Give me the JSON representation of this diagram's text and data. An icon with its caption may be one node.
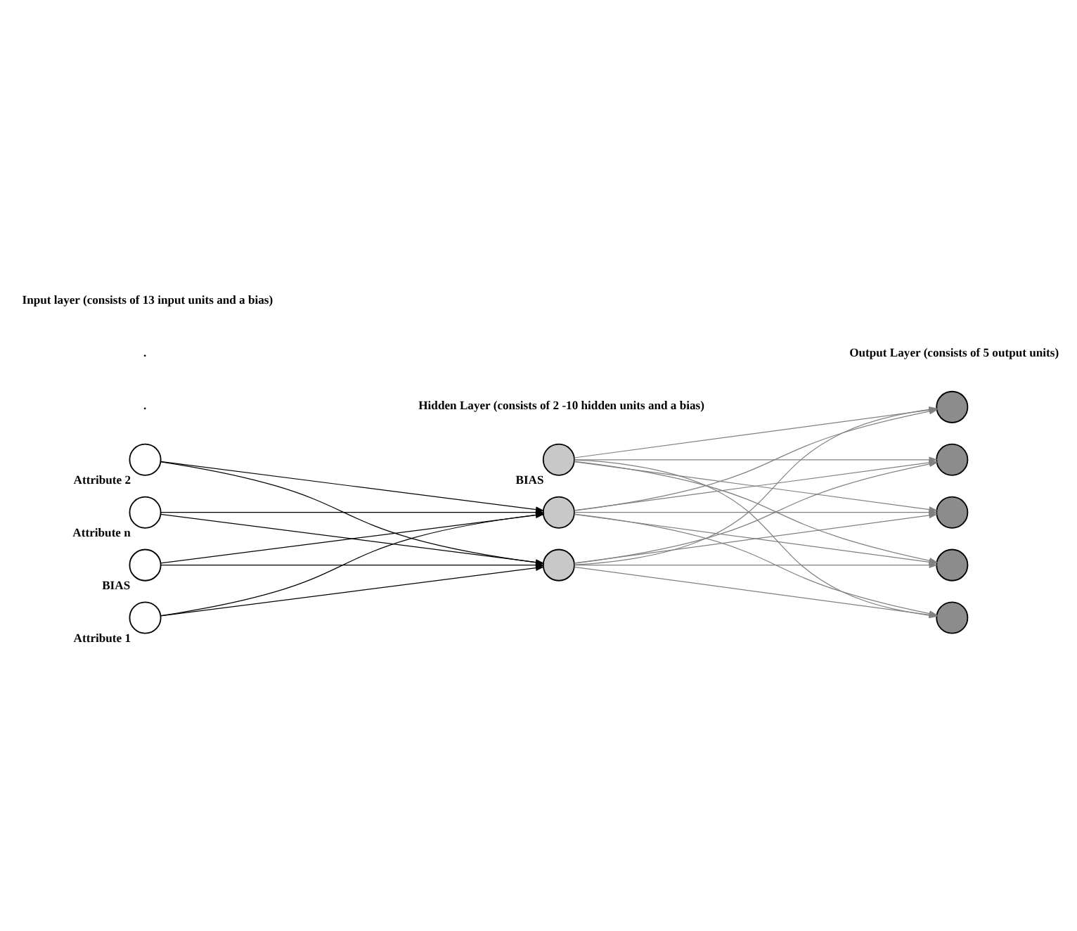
{
  "diagram": {
    "nodes": [
      {
        "text": [],
        "shape": "circle",
        "beside": [
          "BIAS"
        ]
      },
      {
        "text": [],
        "shape": "circle",
        "beside": [
          "Attribute 1"
        ]
      },
      {
        "text": [],
        "shape": "circle",
        "beside": [
          "Attribute 2"
        ]
      },
      {
        "text": [],
        "shape": "circle",
        "beside": [
          "Attribute n"
        ]
      },
      {
        "text": [],
        "shape": "circle",
        "beside": [
          "BIAS"
        ]
      },
      {
        "text": [],
        "shape": "circle"
      },
      {
        "text": [],
        "shape": "circle"
      },
      {
        "text": [],
        "shape": "circle"
      },
      {
        "text": [],
        "shape": "circle"
      },
      {
        "text": [],
        "shape": "circle"
      },
      {
        "text": [],
        "shape": "circle"
      },
      {
        "text": [],
        "shape": "circle"
      }
    ],
    "edges": [
      {
        "from": 0,
        "to": 5,
        "arrow": "to",
        "color": "#000000"
      },
      {
        "from": 0,
        "to": 6,
        "arrow": "to",
        "color": "#000000"
      },
      {
        "from": 1,
        "to": 5,
        "arrow": "to",
        "color": "#000000"
      },
      {
        "from": 1,
        "to": 6,
        "arrow": "to",
        "color": "#000000"
      },
      {
        "from": 2,
        "to": 5,
        "arrow": "to",
        "color": "#000000"
      },
      {
        "from": 2,
        "to": 6,
        "arrow": "to",
        "color": "#000000"
      },
      {
        "from": 3,
        "to": 5,
        "arrow": "to",
        "color": "#000000"
      },
      {
        "from": 3,
        "to": 6,
        "arrow": "to",
        "color": "#000000"
      },
      {
        "from": 4,
        "to": 7,
        "arrow": "to"
      },
      {
        "from": 4,
        "to": 8,
        "arrow": "to"
      },
      {
        "from": 4,
        "to": 9,
        "arrow": "to"
      },
      {
        "from": 4,
        "to": 10,
        "arrow": "to"
      },
      {
        "from": 4,
        "to": 11,
        "arrow": "to"
      },
      {
        "from": 5,
        "to": 7,
        "arrow": "to"
      },
      {
        "from": 5,
        "to": 8,
        "arrow": "to"
      },
      {
        "from": 5,
        "to": 9,
        "arrow": "to"
      },
      {
        "from": 5,
        "to": 10,
        "arrow": "to"
      },
      {
        "from": 5,
        "to": 11,
        "arrow": "to"
      },
      {
        "from": 6,
        "to": 7,
        "arrow": "to"
      },
      {
        "from": 6,
        "to": 8,
        "arrow": "to"
      },
      {
        "from": 6,
        "to": 9,
        "arrow": "to"
      },
      {
        "from": 6,
        "to": 10,
        "arrow": "to"
      },
      {
        "from": 6,
        "to": 11,
        "arrow": "to"
      }
    ],
    "labels": [
      ".",
      ".",
      "Input layer (consists of 13 input units and a bias)",
      "Hidden Layer (consists of 2 -10 hidden units and a bias)",
      "Output Layer (consists of 5 output units)"
    ]
  }
}
